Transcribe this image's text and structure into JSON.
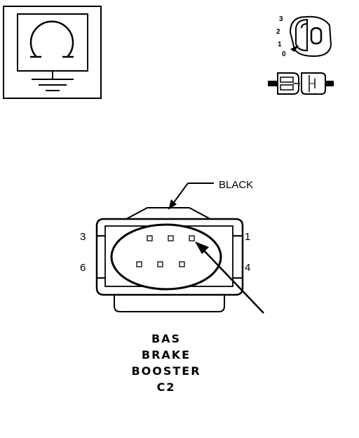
{
  "connector": {
    "color_label": "BLACK",
    "pins": {
      "top_left": "3",
      "top_right": "1",
      "bottom_left": "6",
      "bottom_right": "4"
    }
  },
  "ignition": {
    "positions": [
      "3",
      "2",
      "1",
      "0"
    ]
  },
  "caption": {
    "line1": "BAS",
    "line2": "BRAKE",
    "line3": "BOOSTER",
    "line4": "C2"
  }
}
